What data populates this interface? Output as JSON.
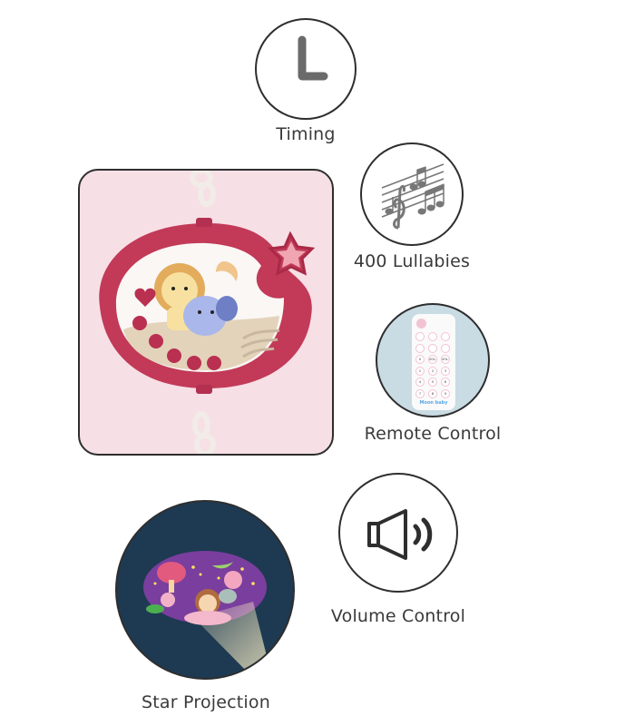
{
  "features": {
    "timing": {
      "label": "Timing",
      "icon": "clock-icon"
    },
    "lullabies": {
      "label": "400 Lullabies",
      "icon": "music-notes-icon"
    },
    "remote": {
      "label": "Remote Control",
      "icon": "remote-control-icon",
      "buttons": [
        [
          "",
          "",
          ""
        ],
        [
          "",
          "",
          ""
        ],
        [
          "0",
          "VOL-",
          "VOL+"
        ],
        [
          "1",
          "2",
          "3"
        ],
        [
          "4",
          "5",
          "6"
        ],
        [
          "7",
          "8",
          "9"
        ]
      ],
      "brand": "Moon baby"
    },
    "volume": {
      "label": "Volume Control",
      "icon": "speaker-icon"
    },
    "projection": {
      "label": "Star Projection",
      "icon": "star-projection-image"
    }
  },
  "product": {
    "name": "musical-mobile-box-image"
  },
  "colors": {
    "outline": "#2e2e2e",
    "product_red": "#c23a57",
    "product_bg": "#f7dfe6",
    "remote_bg": "#c9dbe3",
    "projection_bg": "#1e3a52",
    "projection_purple": "#7a3e9e"
  }
}
